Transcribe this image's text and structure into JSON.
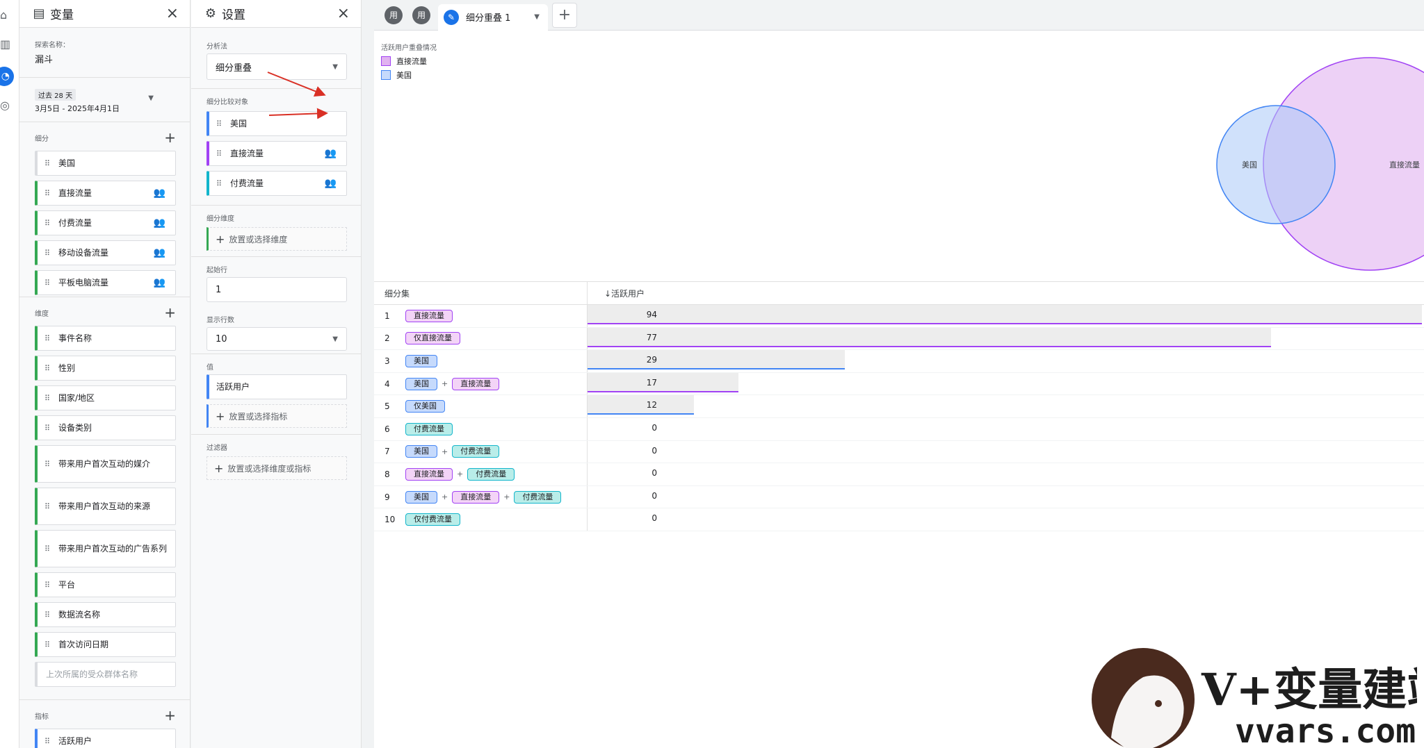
{
  "variables_panel": {
    "title": "变量",
    "exploration_name_label": "探索名称：",
    "exploration_name": "漏斗",
    "date_range_label": "过去 28 天",
    "date_range": "3月5日 - 2025年4月1日",
    "segments_label": "细分",
    "segments": [
      "美国",
      "直接流量",
      "付费流量",
      "移动设备流量",
      "平板电脑流量"
    ],
    "dimensions_label": "维度",
    "dimensions": [
      "事件名称",
      "性别",
      "国家/地区",
      "设备类别",
      "带来用户首次互动的媒介",
      "带来用户首次互动的来源",
      "带来用户首次互动的广告系列",
      "平台",
      "数据流名称",
      "首次访问日期",
      "上次所属的受众群体名称"
    ],
    "metrics_label": "指标",
    "metrics": [
      "活跃用户"
    ]
  },
  "settings_panel": {
    "title": "设置",
    "technique_label": "分析法",
    "technique": "细分重叠",
    "segment_compare_label": "细分比较对象",
    "segment_compare": [
      "美国",
      "直接流量",
      "付费流量"
    ],
    "breakdown_label": "细分维度",
    "breakdown_placeholder": "放置或选择维度",
    "start_row_label": "起始行",
    "start_row": "1",
    "show_rows_label": "显示行数",
    "show_rows": "10",
    "values_label": "值",
    "values": [
      "活跃用户"
    ],
    "values_placeholder": "放置或选择指标",
    "filters_label": "过滤器",
    "filters_placeholder": "放置或选择维度或指标"
  },
  "tabs": {
    "circle1": "用",
    "circle2": "用",
    "active_tab": "细分重叠 1"
  },
  "viz": {
    "title": "活跃用户重叠情况",
    "legend": [
      {
        "name": "直接流量",
        "color": "#e1b3f0"
      },
      {
        "name": "美国",
        "color": "#c6dafc"
      }
    ],
    "venn_labels": {
      "us": "美国",
      "direct": "直接流量"
    }
  },
  "table": {
    "col_segment": "细分集",
    "col_metric": "↓活跃用户",
    "rows": [
      {
        "n": "1",
        "tags": [
          {
            "t": "直接流量",
            "c": "purple"
          }
        ],
        "v": 94
      },
      {
        "n": "2",
        "tags": [
          {
            "t": "仅直接流量",
            "c": "purple"
          }
        ],
        "v": 77
      },
      {
        "n": "3",
        "tags": [
          {
            "t": "美国",
            "c": "blue"
          }
        ],
        "v": 29
      },
      {
        "n": "4",
        "tags": [
          {
            "t": "美国",
            "c": "blue"
          },
          {
            "t": "直接流量",
            "c": "purple"
          }
        ],
        "v": 17
      },
      {
        "n": "5",
        "tags": [
          {
            "t": "仅美国",
            "c": "blue"
          }
        ],
        "v": 12
      },
      {
        "n": "6",
        "tags": [
          {
            "t": "付费流量",
            "c": "teal"
          }
        ],
        "v": 0
      },
      {
        "n": "7",
        "tags": [
          {
            "t": "美国",
            "c": "blue"
          },
          {
            "t": "付费流量",
            "c": "teal"
          }
        ],
        "v": 0
      },
      {
        "n": "8",
        "tags": [
          {
            "t": "直接流量",
            "c": "purple"
          },
          {
            "t": "付费流量",
            "c": "teal"
          }
        ],
        "v": 0
      },
      {
        "n": "9",
        "tags": [
          {
            "t": "美国",
            "c": "blue"
          },
          {
            "t": "直接流量",
            "c": "purple"
          },
          {
            "t": "付费流量",
            "c": "teal"
          }
        ],
        "v": 0
      },
      {
        "n": "10",
        "tags": [
          {
            "t": "仅付费流量",
            "c": "teal"
          }
        ],
        "v": 0
      }
    ]
  },
  "watermark": {
    "brand": "V+变量建站",
    "domain": "vvars.com"
  }
}
